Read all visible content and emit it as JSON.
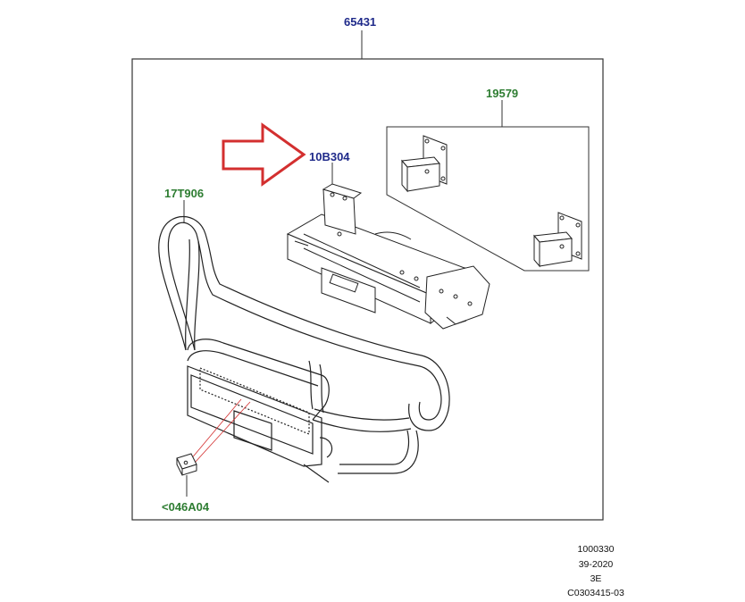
{
  "callouts": {
    "assembly": "65431",
    "bracket_kit": "19579",
    "winch_frame": "10B304",
    "guard_bar": "17T906",
    "clip": "<046A04"
  },
  "reference": {
    "line1": "1000330",
    "line2": "39-2020",
    "line3": "3E",
    "line4": "C0303415-03"
  },
  "colors": {
    "assembly_label": "#1f2a8a",
    "part_label": "#2e7d32",
    "arrow": "#d32f2f",
    "leader_red": "#d32f2f",
    "lines": "#333333"
  }
}
